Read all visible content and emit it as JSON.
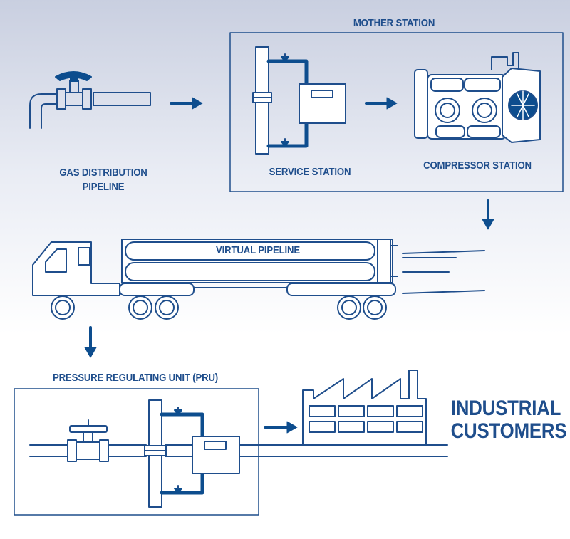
{
  "labels": {
    "mother_station": "MOTHER STATION",
    "gas_pipeline_1": "GAS DISTRIBUTION",
    "gas_pipeline_2": "PIPELINE",
    "service_station": "SERVICE STATION",
    "compressor_station": "COMPRESSOR STATION",
    "virtual_pipeline": "VIRTUAL PIPELINE",
    "pru": "PRESSURE REGULATING UNIT (PRU)",
    "industrial_1": "INDUSTRIAL",
    "industrial_2": "CUSTOMERS"
  },
  "colors": {
    "line": "#1f4e8c",
    "accent": "#0d4d8e",
    "fill": "#ffffff",
    "text": "#1f4e8c"
  },
  "icons": [
    "valve-icon",
    "arrow-icon",
    "regulator-icon",
    "compressor-icon",
    "truck-icon",
    "factory-icon"
  ]
}
